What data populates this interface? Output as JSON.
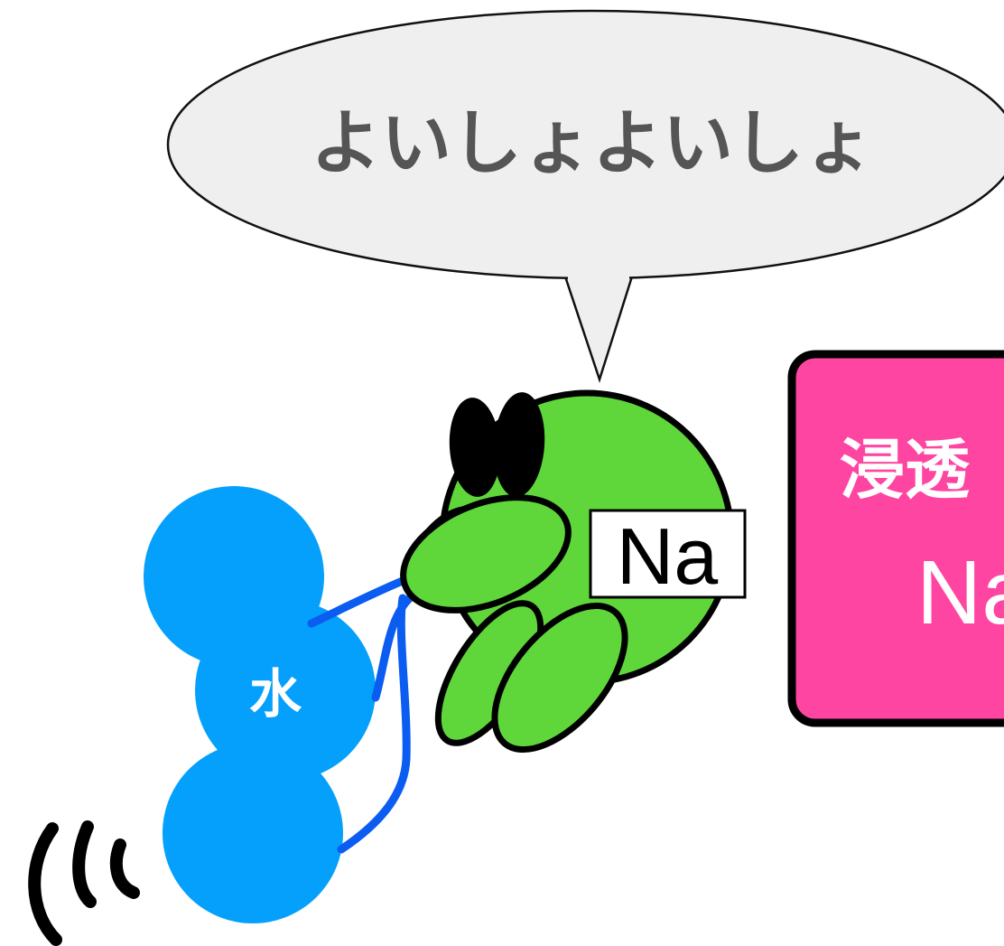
{
  "speech_bubble": {
    "text": "よいしょよいしょ"
  },
  "water": {
    "label": "水",
    "color": "#04a0fb"
  },
  "sodium": {
    "label": "Na",
    "color": "#5fd63a"
  },
  "panel": {
    "title": "浸透",
    "subtitle": "Na",
    "color": "#ff45a2"
  },
  "hands_color": "#0b5cf0"
}
